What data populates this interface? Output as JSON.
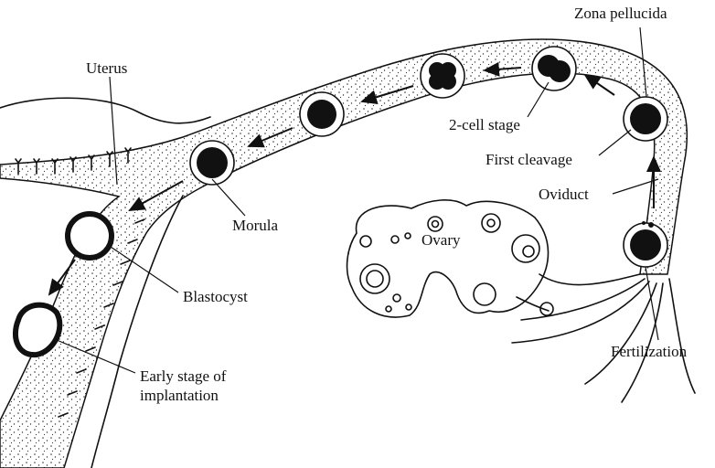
{
  "labels": {
    "zona_pellucida": "Zona pellucida",
    "uterus": "Uterus",
    "two_cell_stage": "2-cell stage",
    "first_cleavage": "First cleavage",
    "oviduct": "Oviduct",
    "morula": "Morula",
    "ovary": "Ovary",
    "blastocyst": "Blastocyst",
    "fertilization": "Fertilization",
    "early_stage_line1": "Early stage of",
    "early_stage_line2": "implantation"
  },
  "colors": {
    "ink": "#111111",
    "background": "#ffffff"
  }
}
